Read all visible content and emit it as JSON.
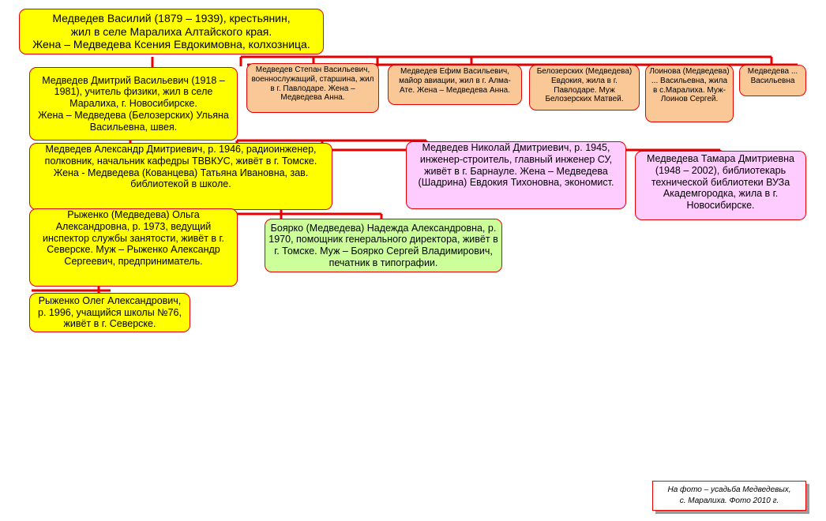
{
  "root": {
    "text": "Медведев Василий (1879 – 1939), крестьянин,\nжил в селе Маралиха Алтайского края.\nЖена – Медведева Ксения Евдокимовна, колхозница."
  },
  "gen2": {
    "dmitry": "Медведев Дмитрий Васильевич (1918 – 1981), учитель физики, жил в селе Маралиха, г. Новосибирске.\nЖена – Медведева (Белозерских) Ульяна Васильевна, швея.",
    "stepan": "Медведев Степан Васильевич, военнослужащий, старшина, жил в г. Павлодаре. Жена – Медведева Анна.",
    "efim": "Медведев Ефим Васильевич, майор авиации, жил в г. Алма-Ате. Жена – Медведева Анна.",
    "belozerskih": "Белозерских (Медведева) Евдокия, жила в г. Павлодаре. Муж Белозерских Матвей.",
    "loinova": "Лоинова (Медведева) ... Васильевна, жила в с.Маралиха. Муж-Лоинов Сергей.",
    "medvedeva_v": "Медведева ... Васильевна"
  },
  "gen3": {
    "alexander": "Медведев Александр Дмитриевич, р. 1946, радиоинженер, полковник, начальник кафедры ТВВКУС, живёт в г. Томске. Жена - Медведева (Кованцева) Татьяна Ивановна,  зав. библиотекой в школе.",
    "nikolai": "Медведев Николай Дмитриевич, р. 1945, инженер-строитель, главный инженер СУ, живёт в г. Барнауле. Жена – Медведева (Шадрина) Евдокия Тихоновна, экономист.",
    "tamara": "Медведева Тамара Дмитриевна (1948 – 2002), библиотекарь технической библиотеки ВУЗа Академгородка, жила в г. Новосибирске."
  },
  "gen4": {
    "olga": "Рыженко (Медведева) Ольга Александровна, р. 1973, ведущий инспектор службы занятости, живёт в г. Северске. Муж – Рыженко Александр Сергеевич, предприниматель.",
    "nadezhda": "Боярко (Медведева) Надежда Александровна, р. 1970, помощник генерального директора, живёт в г. Томске. Муж – Боярко Сергей Владимирович, печатник в типографии."
  },
  "gen5": {
    "oleg": "Рыженко Олег Александрович, р. 1996, учащийся школы №76, живёт в г. Северске."
  },
  "caption": {
    "line1": "На фото – усадьба Медведевых,",
    "line2": "с. Маралиха. Фото 2010 г."
  },
  "colors": {
    "line": "#e60000",
    "yellow": "#ffff00",
    "peach": "#fac896",
    "green": "#ccff99",
    "pink": "#ffccff"
  }
}
